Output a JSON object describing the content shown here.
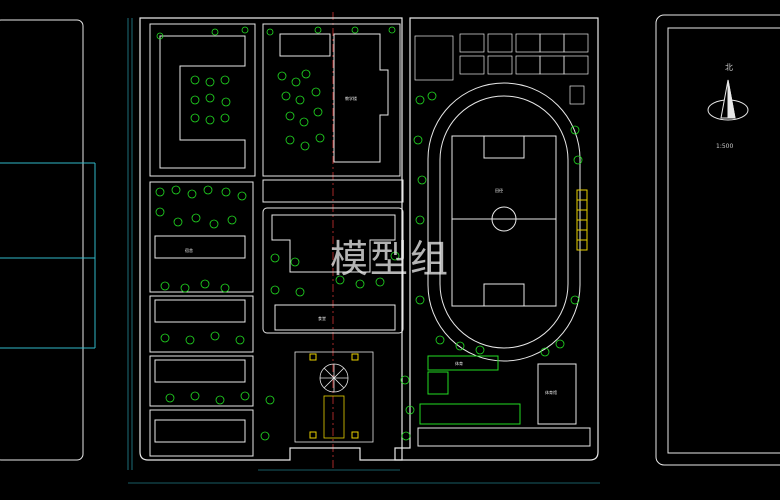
{
  "drawing": {
    "watermark": "模型组",
    "north_label": "北",
    "scale_label": "1:500",
    "colors": {
      "background": "#000000",
      "outline": "#e8e8e8",
      "green": "#22dd22",
      "yellow": "#e8d000",
      "red_axis": "#cc3333",
      "cyan": "#2fb7c9",
      "road": "#bbbbbb"
    },
    "labels": {
      "stadium": "田径",
      "building_a": "教学楼",
      "building_b": "食堂",
      "building_c": "体育馆",
      "building_d": "宿舍",
      "gym": "体育"
    }
  }
}
